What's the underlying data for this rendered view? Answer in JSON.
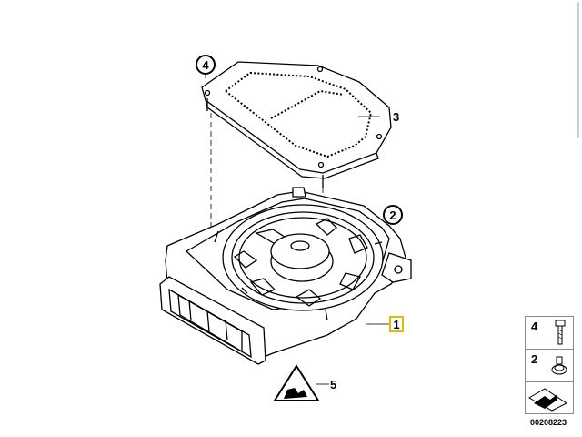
{
  "callouts": {
    "part_1": "1",
    "part_2": "2",
    "part_3": "3",
    "part_4": "4",
    "part_5": "5"
  },
  "legend": {
    "row1_number": "4",
    "row2_number": "2"
  },
  "drawing_number": "00208223",
  "colors": {
    "highlight": "#e8b800",
    "line": "#000000",
    "border": "#8a8a8a"
  },
  "icons": [
    "bolt-icon",
    "clip-nut-icon",
    "arrow-icon",
    "warning-triangle-icon",
    "speaker-icon"
  ]
}
